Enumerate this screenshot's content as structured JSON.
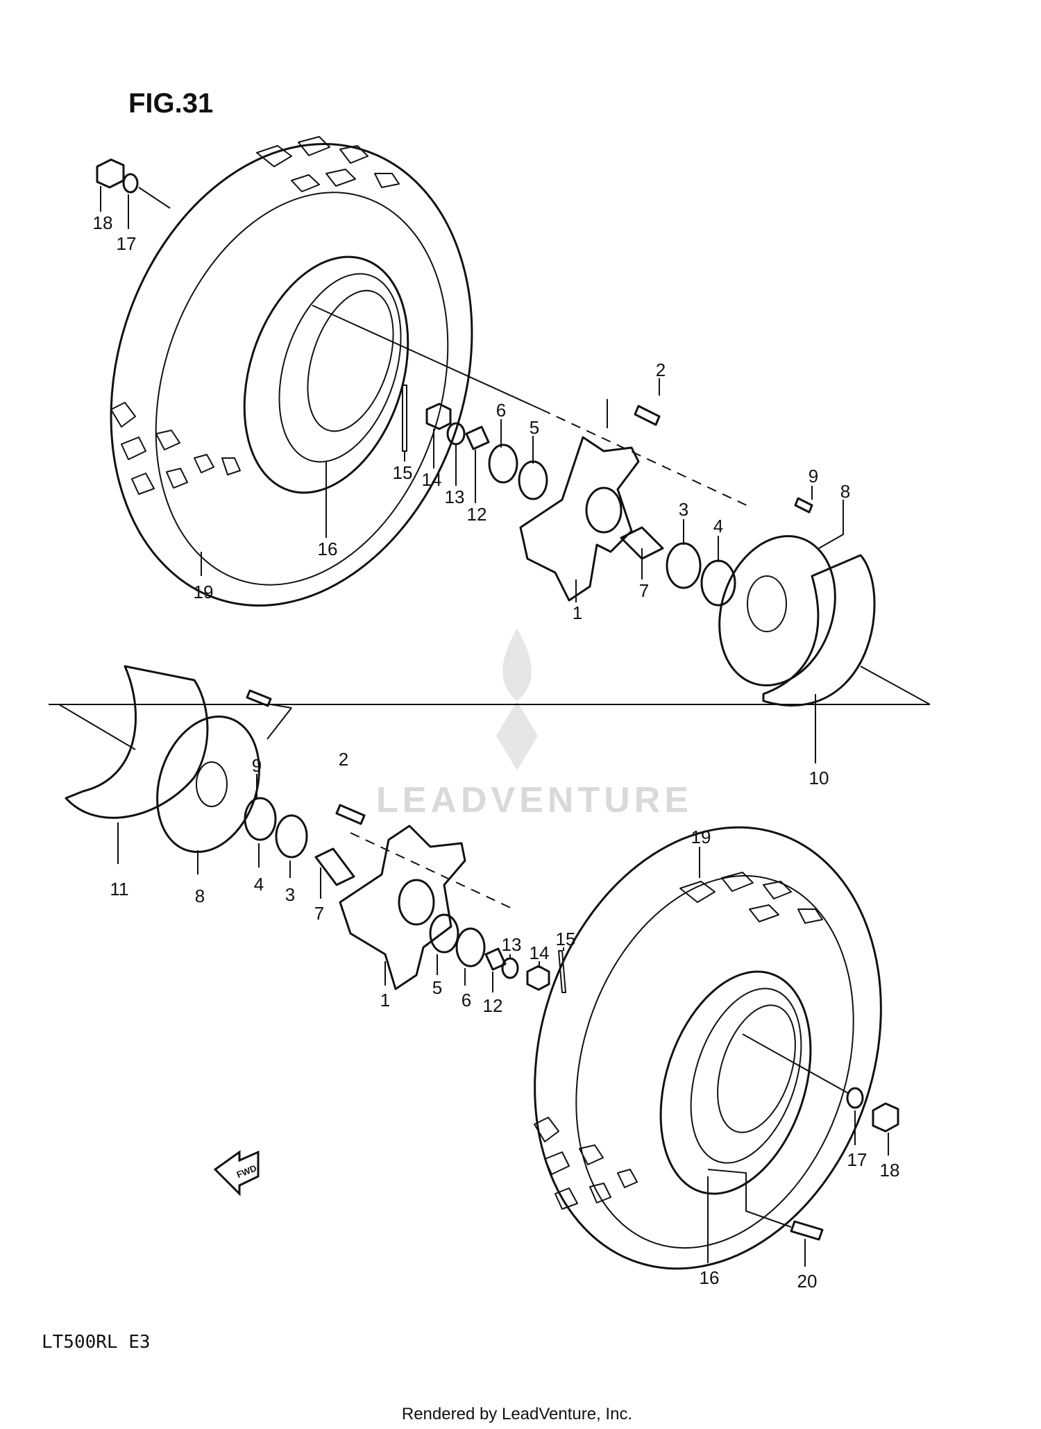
{
  "figure": {
    "title": "FIG.31",
    "model_code": "LT500RL  E3",
    "fwd_arrow_label": "FWD"
  },
  "watermark": {
    "brand": "LEADVENTURE"
  },
  "footer": {
    "rendered_by": "Rendered by LeadVenture, Inc."
  },
  "callouts": {
    "upper_left": {
      "c18": "18",
      "c17": "17",
      "c19": "19",
      "c16": "16",
      "c15": "15",
      "c14": "14",
      "c13": "13",
      "c12": "12",
      "c6": "6",
      "c5": "5",
      "c2": "2",
      "c1": "1",
      "c7": "7",
      "c3": "3",
      "c4": "4",
      "c9": "9",
      "c8": "8",
      "c10": "10"
    },
    "lower_right": {
      "c9": "9",
      "c11": "11",
      "c8": "8",
      "c4": "4",
      "c3": "3",
      "c2": "2",
      "c7": "7",
      "c1": "1",
      "c5": "5",
      "c6": "6",
      "c12": "12",
      "c13": "13",
      "c14": "14",
      "c15": "15",
      "c19": "19",
      "c17": "17",
      "c18": "18",
      "c16": "16",
      "c20": "20"
    }
  },
  "colors": {
    "ink": "#111111",
    "paper": "#ffffff",
    "watermark": "#d9d9d9"
  }
}
